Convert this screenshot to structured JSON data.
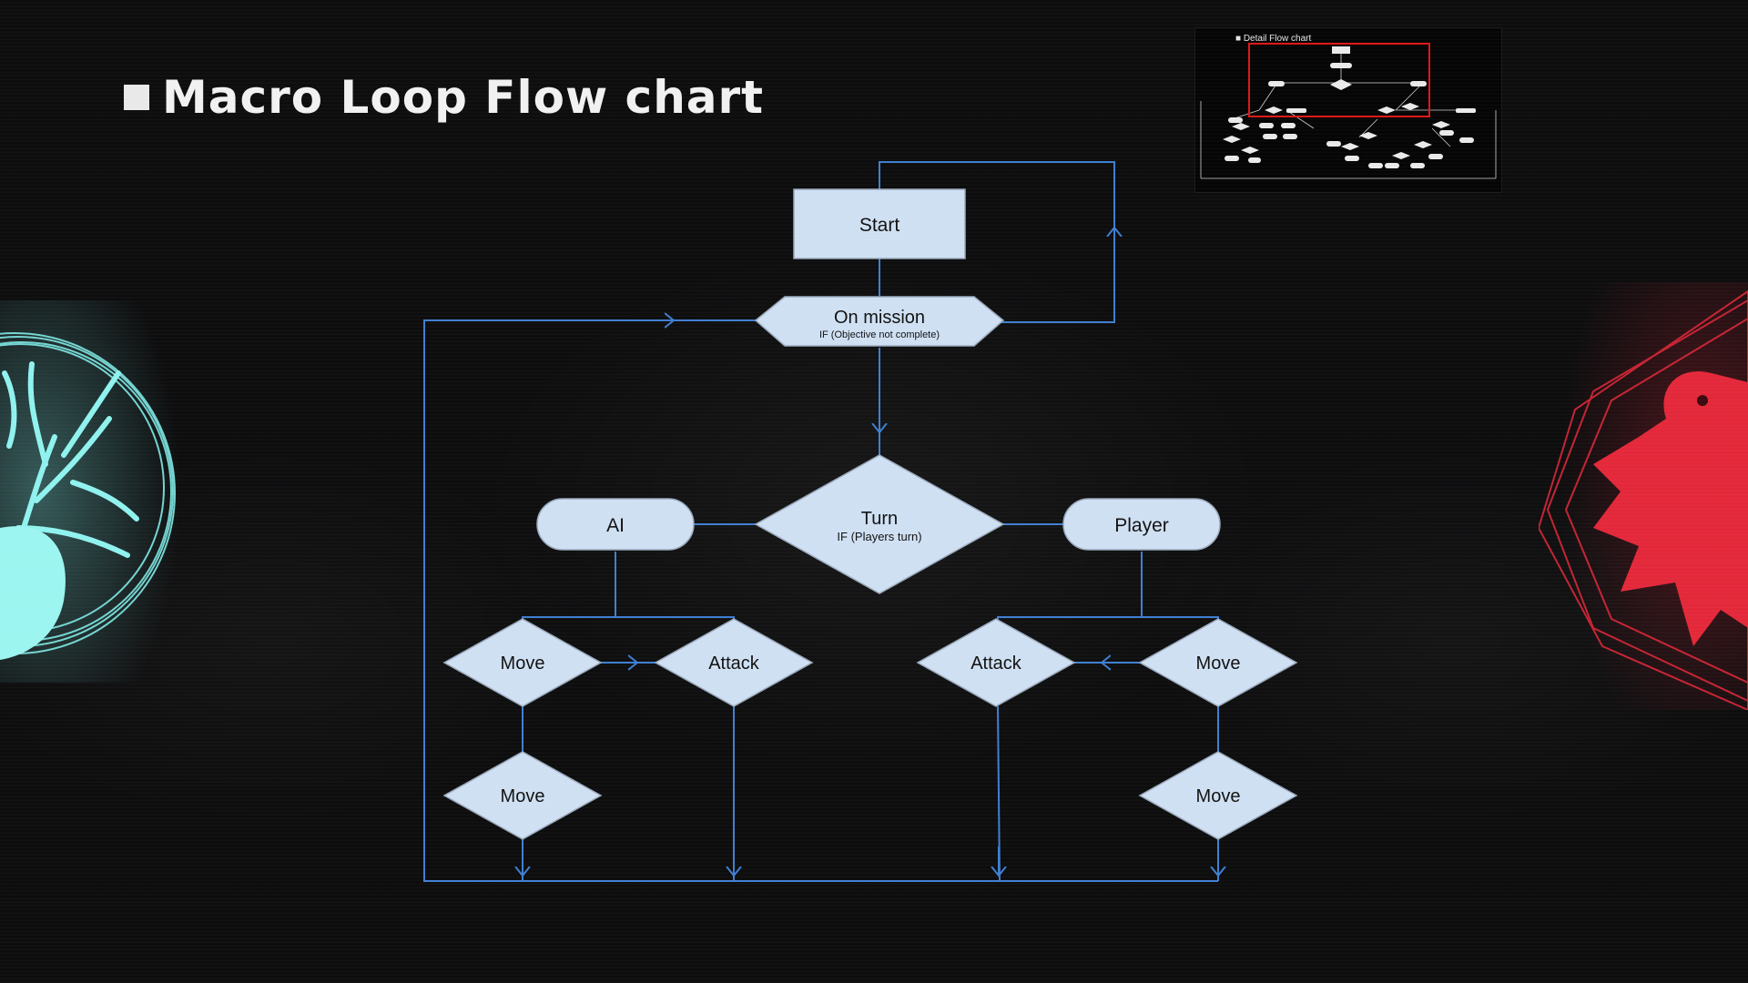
{
  "slide": {
    "title": "Macro Loop Flow chart"
  },
  "minimap": {
    "title": "■ Detail Flow chart"
  },
  "flowchart": {
    "nodes": {
      "start": "Start",
      "on_mission": "On mission",
      "on_mission_condition": "IF (Objective not complete)",
      "turn": "Turn",
      "turn_condition": "IF (Players turn)",
      "ai": "AI",
      "player": "Player",
      "ai_move_1": "Move",
      "ai_attack": "Attack",
      "ai_move_2": "Move",
      "player_attack": "Attack",
      "player_move_1": "Move",
      "player_move_2": "Move"
    }
  },
  "colors": {
    "line": "#3f7fd1",
    "node_fill": "#cfe0f3",
    "node_stroke": "#9aa9bb",
    "minimap_highlight": "#e01616",
    "emblem_left": "#7fe8e4",
    "emblem_right": "#e3283a"
  }
}
